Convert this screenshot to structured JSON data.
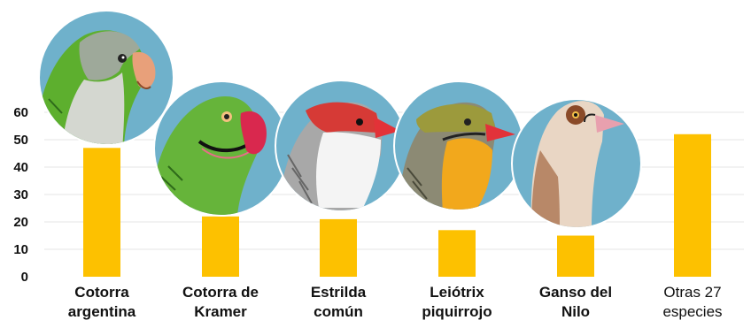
{
  "chart_data": {
    "type": "bar",
    "categories": [
      {
        "lines": [
          "Cotorra",
          "argentina"
        ],
        "bold": true
      },
      {
        "lines": [
          "Cotorra de",
          "Kramer"
        ],
        "bold": true
      },
      {
        "lines": [
          "Estrilda",
          "común"
        ],
        "bold": true
      },
      {
        "lines": [
          "Leiótrix",
          "piquirrojo"
        ],
        "bold": true
      },
      {
        "lines": [
          "Ganso del",
          "Nilo"
        ],
        "bold": true
      },
      {
        "lines": [
          "Otras 27",
          "especies"
        ],
        "bold": false
      }
    ],
    "values": [
      47,
      22,
      21,
      17,
      15,
      52
    ],
    "ylim": [
      0,
      60
    ],
    "yticks": [
      0,
      10,
      20,
      30,
      40,
      50,
      60
    ],
    "grid": true,
    "colors": {
      "bar": "#FDC100",
      "grid": "#E6E6E6",
      "portrait_bg": "#6FB1CB",
      "portrait_ring": "#FFFFFF"
    },
    "portraits": [
      {
        "icon": "monk-parakeet-icon"
      },
      {
        "icon": "rose-ringed-parakeet-icon"
      },
      {
        "icon": "common-waxbill-icon"
      },
      {
        "icon": "red-billed-leiothrix-icon"
      },
      {
        "icon": "egyptian-goose-icon"
      }
    ]
  }
}
